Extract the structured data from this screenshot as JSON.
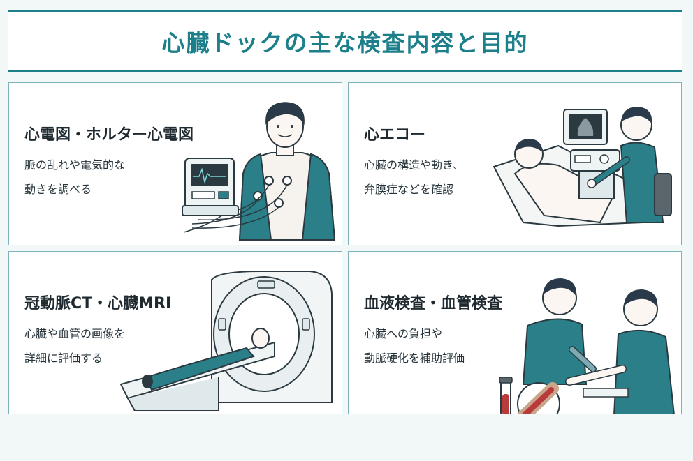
{
  "page_title": "心臓ドックの主な検査内容と目的",
  "cards": [
    {
      "heading": "心電図・ホルター心電図",
      "desc_lines": [
        "脈の乱れや電気的な",
        "動きを調べる"
      ]
    },
    {
      "heading": "心エコー",
      "desc_lines": [
        "心臓の構造や動き、",
        "弁膜症などを確認"
      ]
    },
    {
      "heading": "冠動脈CT・心臓MRI",
      "desc_lines": [
        "心臓や血管の画像を",
        "詳細に評価する"
      ]
    },
    {
      "heading": "血液検査・血管検査",
      "desc_lines": [
        "心臓への負担や",
        "動脈硬化を補助評価"
      ]
    }
  ],
  "colors": {
    "accent": "#1c7f8a",
    "scrubs": "#2a7f88",
    "line": "#2b3a40",
    "background": "#f2f7f8"
  },
  "icons": [
    "ecg-monitor-icon",
    "ultrasound-machine-icon",
    "mri-scanner-icon",
    "blood-tube-icon",
    "blood-vessel-icon"
  ]
}
